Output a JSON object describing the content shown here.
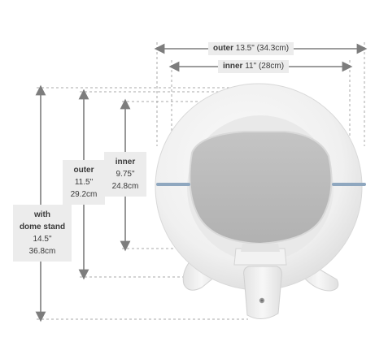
{
  "dimensions": {
    "outer_width": {
      "name": "outer",
      "value": "13.5\" (34.3cm)"
    },
    "inner_width": {
      "name": "inner",
      "value": "11\" (28cm)"
    },
    "inner_height": {
      "name": "inner",
      "line1": "9.75\"",
      "line2": "24.8cm"
    },
    "outer_height": {
      "name": "outer",
      "line1": "11.5\"",
      "line2": "29.2cm"
    },
    "stand_height": {
      "name_line1": "with",
      "name_line2": "dome stand",
      "line1": "14.5\"",
      "line2": "36.8cm"
    }
  },
  "colors": {
    "dimension_line": "#8a8a8a",
    "dome_body": "#f4f4f4",
    "window_gray": "#b9b9b9",
    "accent_band": "#8fa7bf"
  }
}
